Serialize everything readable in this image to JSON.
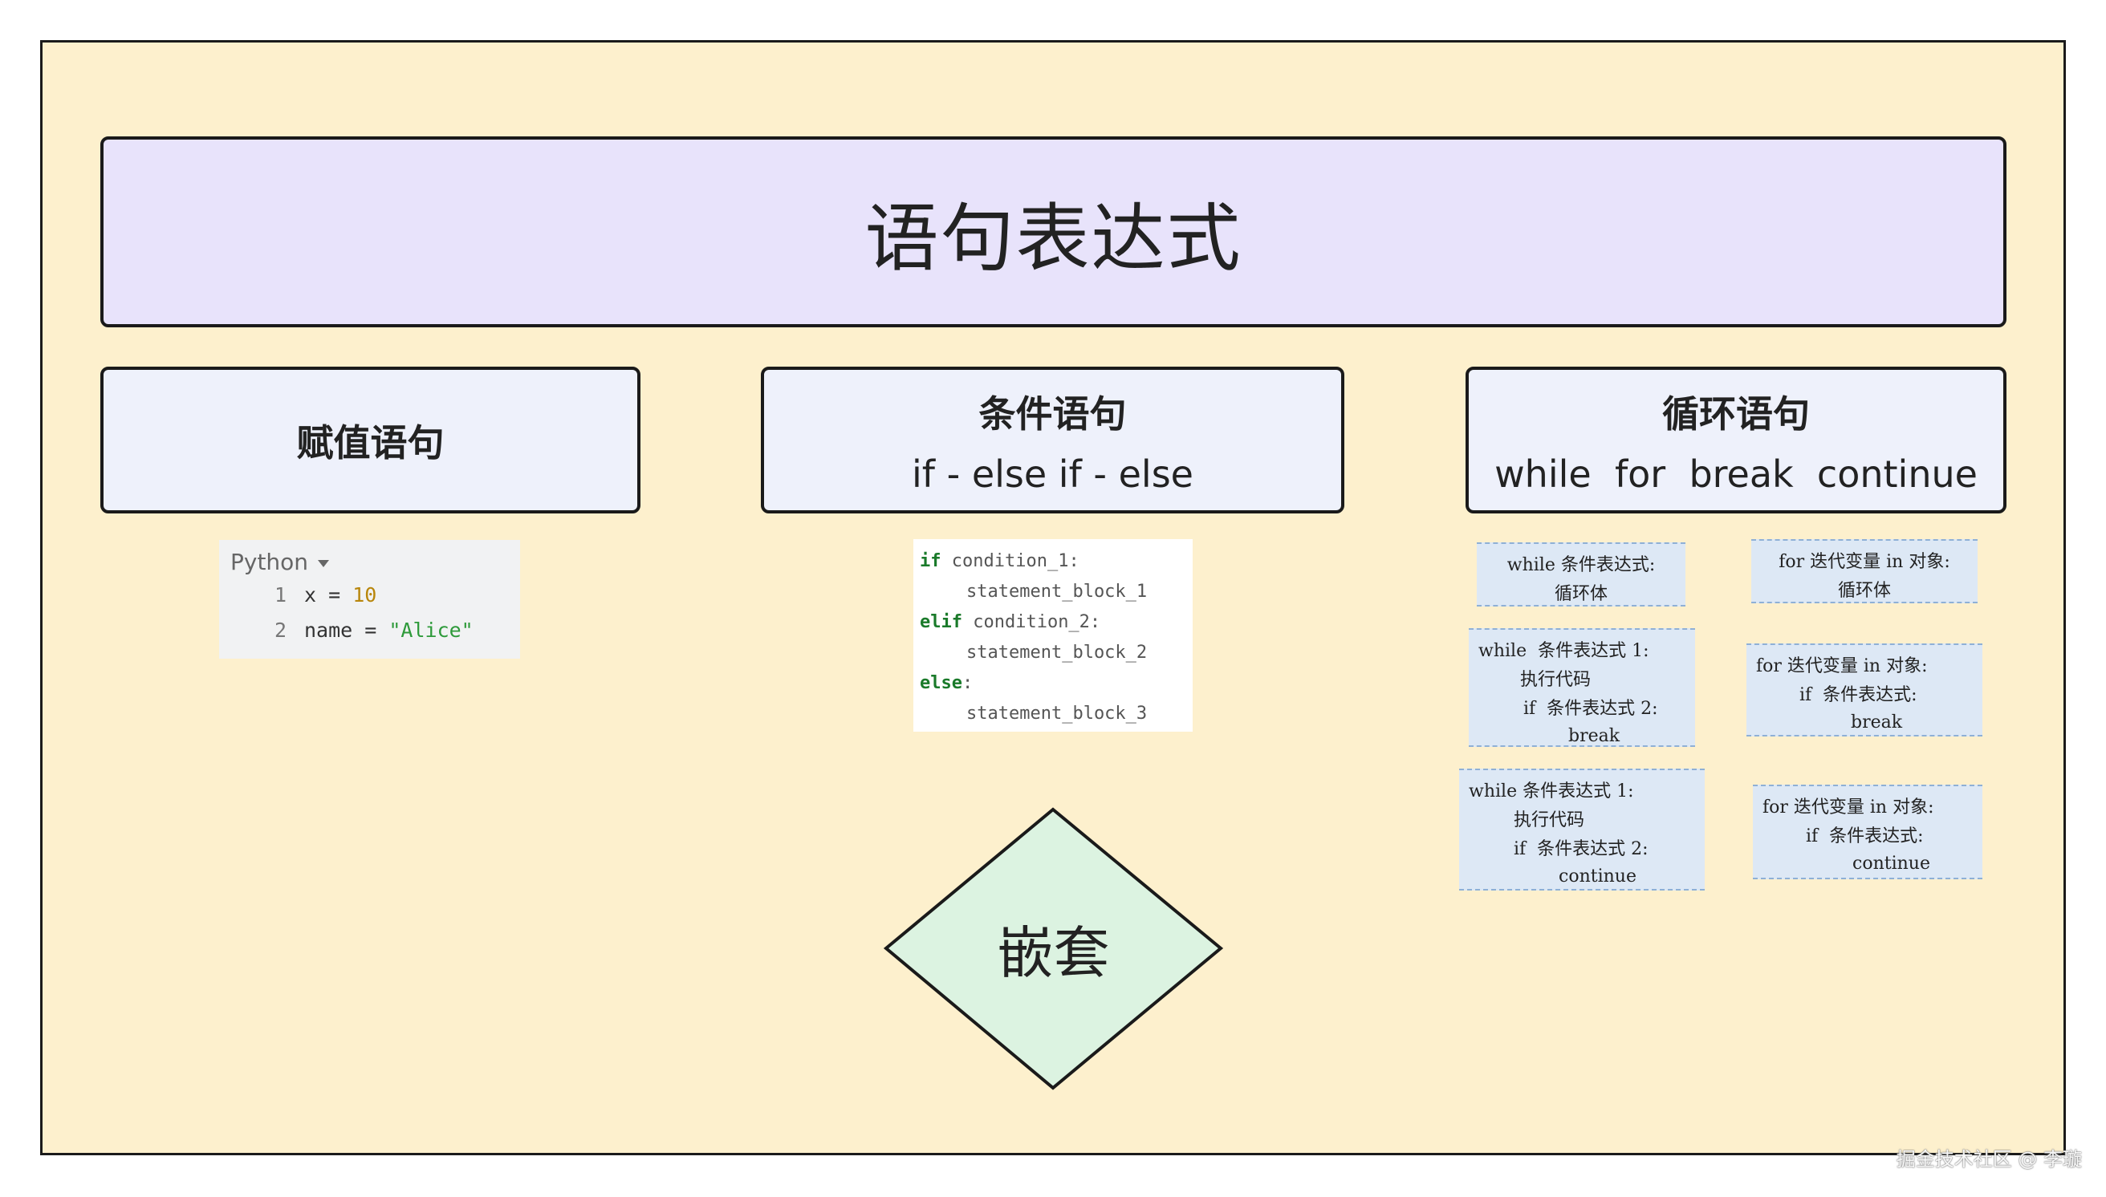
{
  "title": "语句表达式",
  "assignment": {
    "title": "赋值语句",
    "code": {
      "language": "Python",
      "lines": [
        {
          "n": "1",
          "pre": "x = ",
          "value": "10",
          "value_type": "number"
        },
        {
          "n": "2",
          "pre": "name = ",
          "value": "\"Alice\"",
          "value_type": "string"
        }
      ]
    }
  },
  "conditional": {
    "title": "条件语句",
    "subtitle": "if - else if - else",
    "code": [
      {
        "kw": "if",
        "rest": " condition_1:"
      },
      {
        "kw": "",
        "rest": "statement_block_1",
        "indent": true
      },
      {
        "kw": "elif",
        "rest": " condition_2:"
      },
      {
        "kw": "",
        "rest": "statement_block_2",
        "indent": true
      },
      {
        "kw": "else",
        "rest": ":"
      },
      {
        "kw": "",
        "rest": "statement_block_3",
        "indent": true
      }
    ]
  },
  "loop": {
    "title": "循环语句",
    "subtitle": "while  for  break  continue",
    "while_examples": [
      [
        "while 条件表达式:",
        "循环体"
      ],
      [
        "while  条件表达式 1:",
        "执行代码",
        "if  条件表达式 2:",
        "break"
      ],
      [
        "while 条件表达式 1:",
        "执行代码",
        "if  条件表达式 2:",
        "continue"
      ]
    ],
    "for_examples": [
      [
        "for 迭代变量 in 对象:",
        "循环体"
      ],
      [
        "for 迭代变量 in 对象:",
        "if  条件表达式:",
        "break"
      ],
      [
        "for 迭代变量 in 对象:",
        "if  条件表达式:",
        "continue"
      ]
    ]
  },
  "nesting": {
    "label": "嵌套"
  },
  "watermark": "掘金技术社区 @ 李璇",
  "colors": {
    "frame_bg": "#fdf0cd",
    "title_bg": "#e8e3fb",
    "category_bg": "#eef1fb",
    "diamond_fill": "#dcf3e1",
    "loop_snippet_bg": "#dde8f5"
  }
}
